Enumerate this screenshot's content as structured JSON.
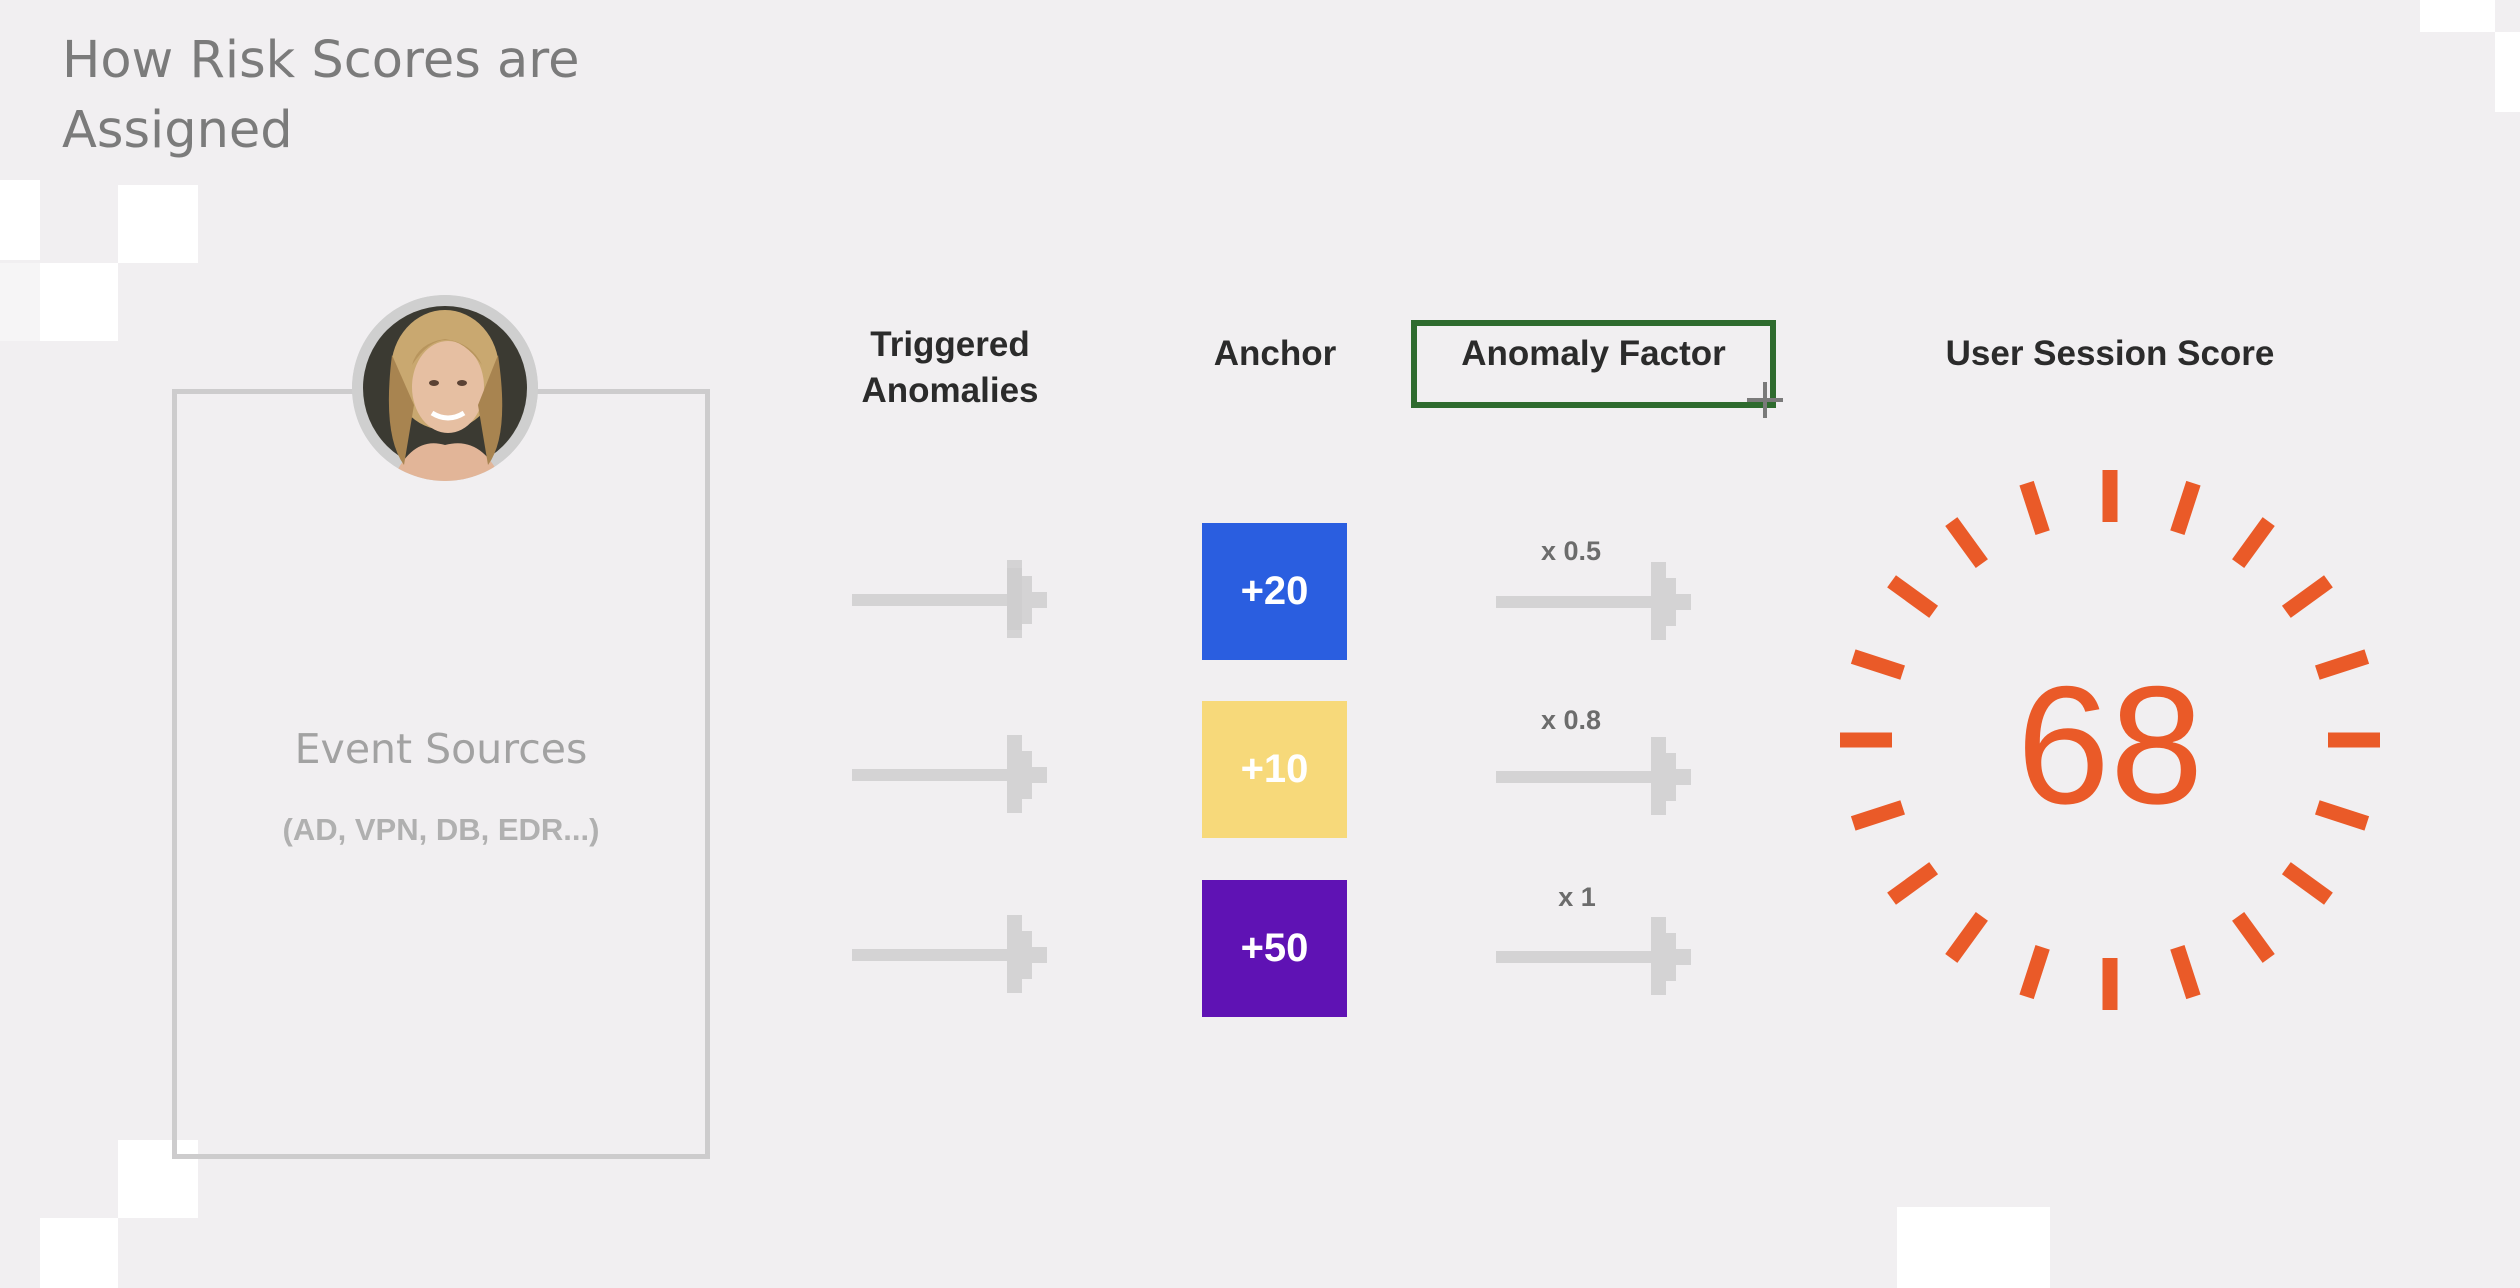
{
  "slide": {
    "title": "How Risk Scores are Assigned"
  },
  "source": {
    "label": "Event Sources",
    "sublabel": "(AD, VPN, DB, EDR...)"
  },
  "columns": {
    "triggered": "Triggered Anomalies",
    "anchor": "Anchor",
    "factor": "Anomaly Factor",
    "session": "User Session Score"
  },
  "rows": [
    {
      "anchor": "+20",
      "factor": "x 0.5",
      "color": "#2a5ee0"
    },
    {
      "anchor": "+10",
      "factor": "x 0.8",
      "color": "#f7d97a"
    },
    {
      "anchor": "+50",
      "factor": "x 1",
      "color": "#5f12b4"
    }
  ],
  "session_score": "68",
  "colors": {
    "accent": "#ea5a28",
    "highlight": "#2e6b2e",
    "arrow": "#d4d3d4"
  }
}
